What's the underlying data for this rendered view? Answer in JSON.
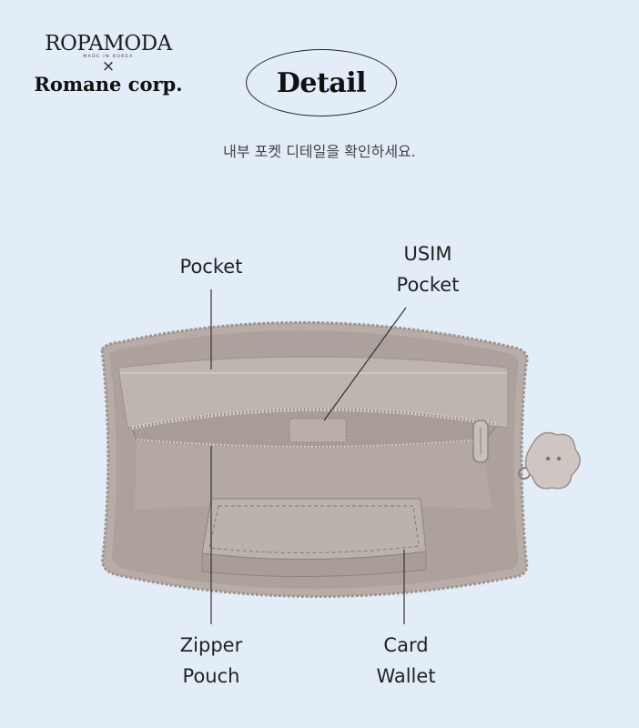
{
  "brand": {
    "top": "ROPAMODA",
    "sub": "MADE IN KOREA",
    "x": "×",
    "bottom": "Romane corp."
  },
  "header": {
    "title": "Detail",
    "subtitle": "내부 포켓 디테일을 확인하세요."
  },
  "labels": {
    "pocket": "Pocket",
    "usim_line1": "USIM",
    "usim_line2": "Pocket",
    "zipper_line1": "Zipper",
    "zipper_line2": "Pouch",
    "card_line1": "Card",
    "card_line2": "Wallet"
  },
  "colors": {
    "background": "#e3edf8",
    "wallet_body": "#ada19c",
    "wallet_inner": "#c5bcb8",
    "zipper": "#b4a8a3"
  }
}
